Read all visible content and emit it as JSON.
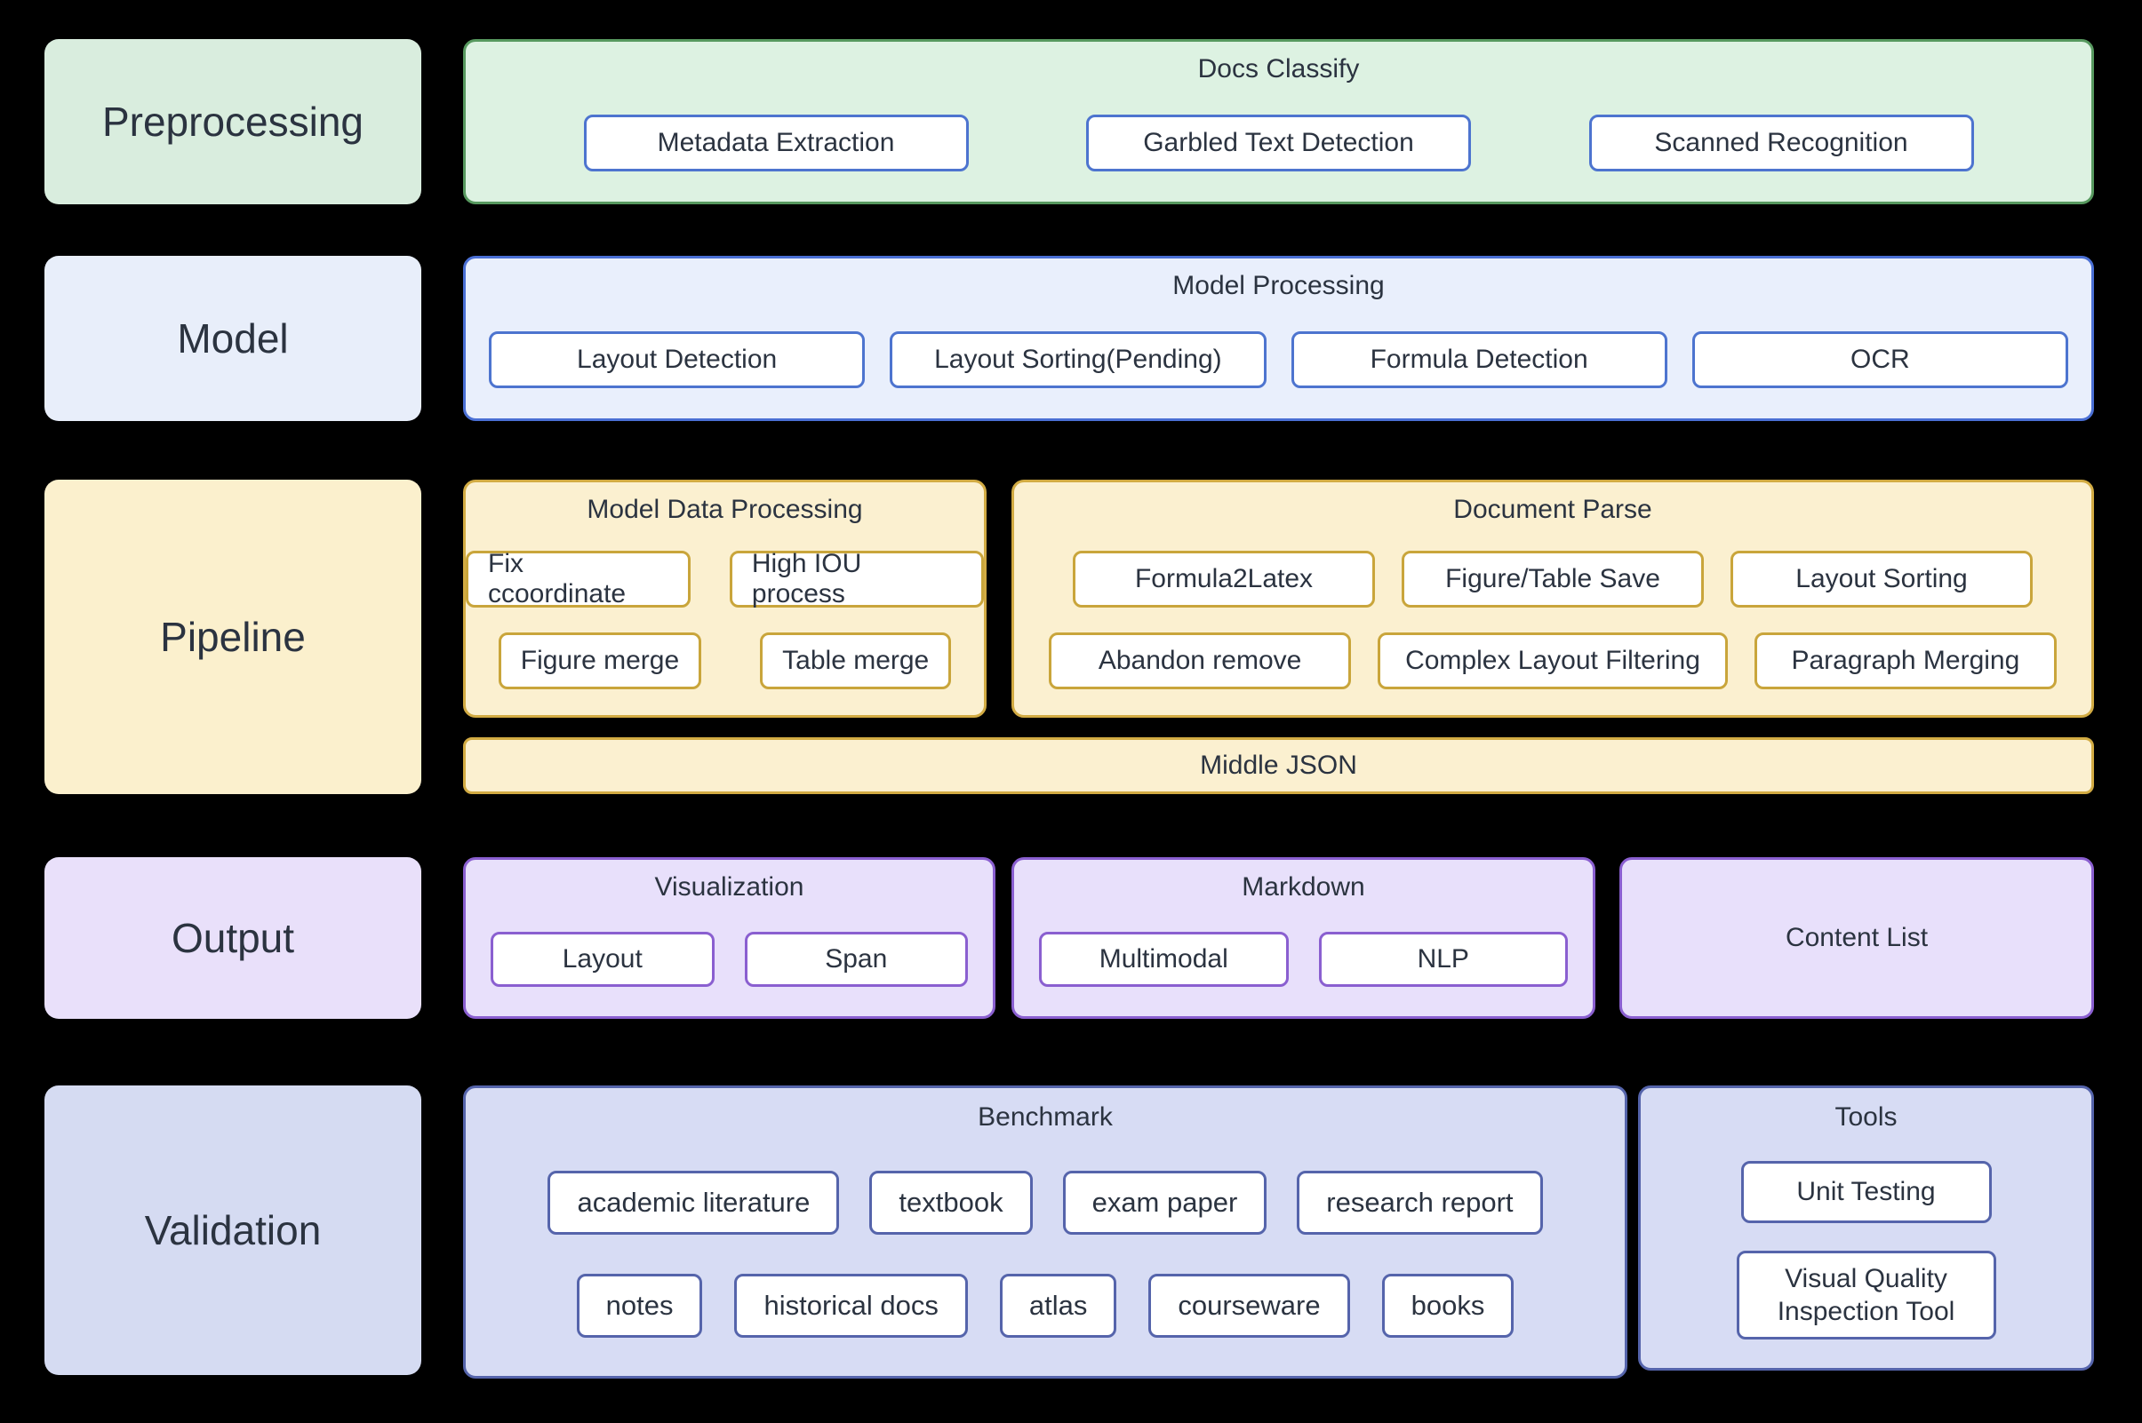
{
  "rows": {
    "preprocessing": {
      "label": "Preprocessing",
      "docs_classify": {
        "title": "Docs Classify",
        "buttons": [
          "Metadata Extraction",
          "Garbled Text Detection",
          "Scanned Recognition"
        ]
      }
    },
    "model": {
      "label": "Model",
      "model_processing": {
        "title": "Model Processing",
        "buttons": [
          "Layout Detection",
          "Layout Sorting(Pending)",
          "Formula Detection",
          "OCR"
        ]
      }
    },
    "pipeline": {
      "label": "Pipeline",
      "model_data_processing": {
        "title": "Model Data Processing",
        "row1": [
          "Fix ccoordinate",
          "High IOU process"
        ],
        "row2": [
          "Figure merge",
          "Table merge"
        ]
      },
      "document_parse": {
        "title": "Document Parse",
        "row1": [
          "Formula2Latex",
          "Figure/Table Save",
          "Layout Sorting"
        ],
        "row2": [
          "Abandon remove",
          "Complex Layout Filtering",
          "Paragraph Merging"
        ]
      },
      "middle_json": "Middle JSON"
    },
    "output": {
      "label": "Output",
      "visualization": {
        "title": "Visualization",
        "buttons": [
          "Layout",
          "Span"
        ]
      },
      "markdown": {
        "title": "Markdown",
        "buttons": [
          "Multimodal",
          "NLP"
        ]
      },
      "content_list": "Content List"
    },
    "validation": {
      "label": "Validation",
      "benchmark": {
        "title": "Benchmark",
        "row1": [
          "academic literature",
          "textbook",
          "exam paper",
          "research report"
        ],
        "row2": [
          "notes",
          "historical docs",
          "atlas",
          "courseware",
          "books"
        ]
      },
      "tools": {
        "title": "Tools",
        "buttons": [
          "Unit Testing",
          "Visual Quality Inspection Tool"
        ]
      }
    }
  },
  "colors": {
    "background": "#000000",
    "text": "#2b3340",
    "green_fill": "#ddf2e2",
    "green_border": "#57995f",
    "blue_fill": "#e9effc",
    "blue_border": "#4a6fd4",
    "yellow_fill": "#fbf0d0",
    "yellow_border": "#d2ab43",
    "purple_fill": "#e8e0fb",
    "purple_border": "#8a5fd0",
    "periwinkle_fill": "#d7dcf4",
    "periwinkle_border": "#5564ab",
    "node_fill": "#ffffff",
    "node_border_blue": "#4d74cf",
    "node_border_gold": "#c9a53b"
  }
}
